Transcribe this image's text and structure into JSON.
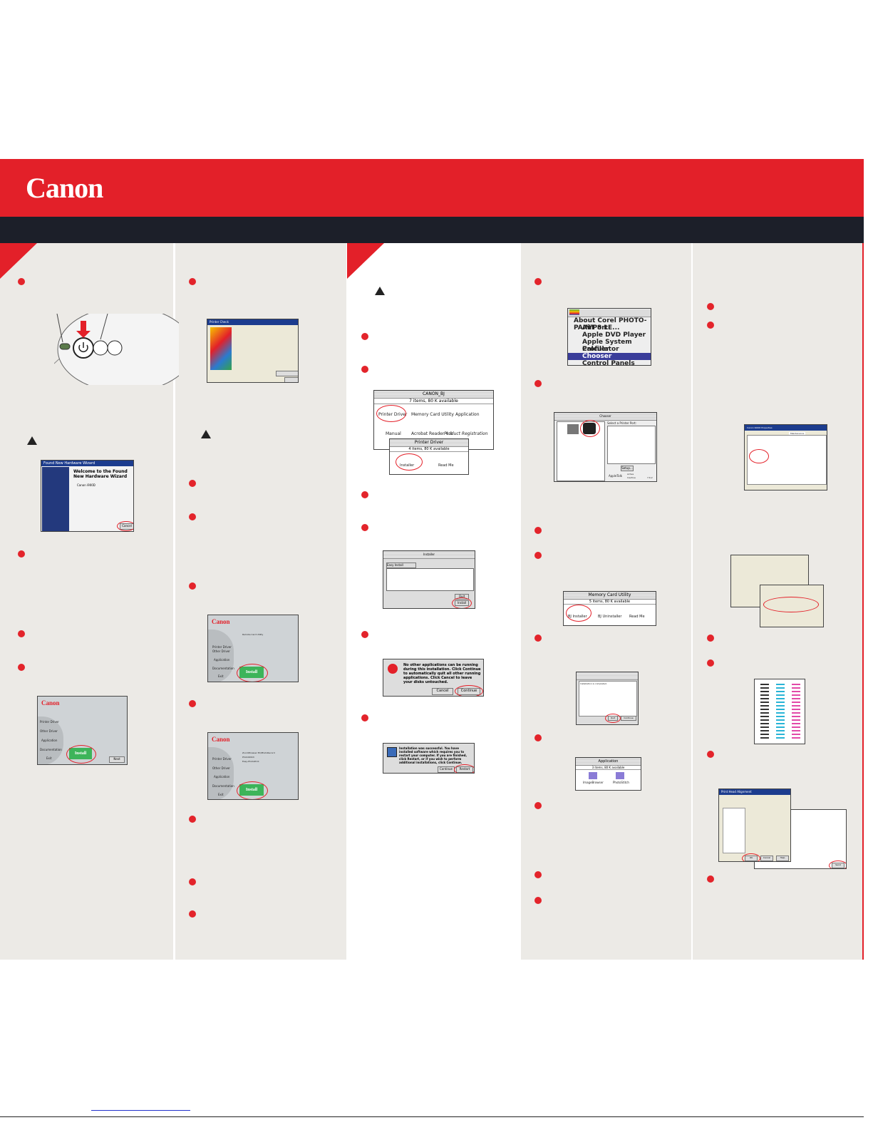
{
  "brand": {
    "logo_text": "Canon",
    "red": "#e32029",
    "dark": "#1c1f29"
  },
  "win_wizard": {
    "title": "Found New Hardware Wizard",
    "heading": "Welcome to the Found New Hardware Wizard",
    "device": "Canon i900D",
    "cancel": "Cancel"
  },
  "win_setup_left": {
    "logo": "Canon",
    "menu": [
      "Printer Driver",
      "Other Driver",
      "Application",
      "Documentation",
      "Exit"
    ],
    "install": "Install",
    "next": "Next"
  },
  "win_plugged": {
    "title": "Printer Check"
  },
  "win_setup_other": {
    "logo": "Canon",
    "menu": [
      "Printer Driver",
      "Other Driver",
      "Application",
      "Documentation",
      "Exit"
    ],
    "option": "Remote Card Utility",
    "install": "Install"
  },
  "win_setup_app": {
    "logo": "Canon",
    "menu": [
      "Printer Driver",
      "Other Driver",
      "Application",
      "Documentation",
      "Exit"
    ],
    "options": [
      "ZoomBrowser EX/PhotoRecord",
      "PhotoStitch",
      "Easy-PhotoPrint"
    ],
    "install": "Install"
  },
  "mac_canon_bj": {
    "title": "CANON_BJ",
    "status": "7 items, 80 K available",
    "items": [
      "Printer Driver",
      "Memory Card Utility",
      "Application",
      "Manual",
      "Acrobat Reader 4.0",
      "Product Registration"
    ]
  },
  "mac_printer_driver": {
    "title": "Printer Driver",
    "status": "4 items, 80 K available",
    "items": [
      "Installer",
      "Read Me"
    ]
  },
  "mac_installer": {
    "title": "Installer",
    "mode": "Easy Install",
    "install": "Install",
    "quit": "Quit"
  },
  "mac_alert_continue": {
    "text": "No other applications can be running during this installation. Click Continue to automatically quit all other running applications. Click Cancel to leave your disks untouched.",
    "cancel": "Cancel",
    "continue": "Continue"
  },
  "mac_alert_restart": {
    "text": "Installation was successful. You have installed software which requires you to restart your computer. If you are finished, click Restart, or if you wish to perform additional installations, click Continue.",
    "continue": "Continue",
    "restart": "Restart"
  },
  "apple_menu": {
    "items": [
      "About Corel PHOTO-PAINT 8 LE...",
      "AirPort",
      "Apple DVD Player",
      "Apple System Profiler",
      "Calculator",
      "Chooser",
      "Control Panels"
    ],
    "selected_index": 5
  },
  "chooser": {
    "title": "Chooser",
    "select_label": "Select a Printer Port:",
    "setup": "Setup...",
    "appletalk": "AppleTalk",
    "active": "Active",
    "inactive": "Inactive",
    "version": "7.6.2"
  },
  "mac_memcard": {
    "title": "Memory Card Utility",
    "status": "5 items, 80 K available",
    "items": [
      "BJ Installer",
      "BJ Uninstaller",
      "Read Me"
    ]
  },
  "mac_install_complete": {
    "text": "Installation is completed.",
    "quit": "Quit",
    "continue": "Continue"
  },
  "mac_application": {
    "title": "Application",
    "status": "3 items, 80 K available",
    "items": [
      "ImageBrowser",
      "PhotoStitch"
    ]
  },
  "properties": {
    "title": "Canon i900D Properties",
    "tab": "Maintenance"
  },
  "head_align": {
    "title": "Print Head Alignment",
    "ok": "OK",
    "cancel": "Cancel",
    "help": "Help",
    "send": "Send"
  }
}
